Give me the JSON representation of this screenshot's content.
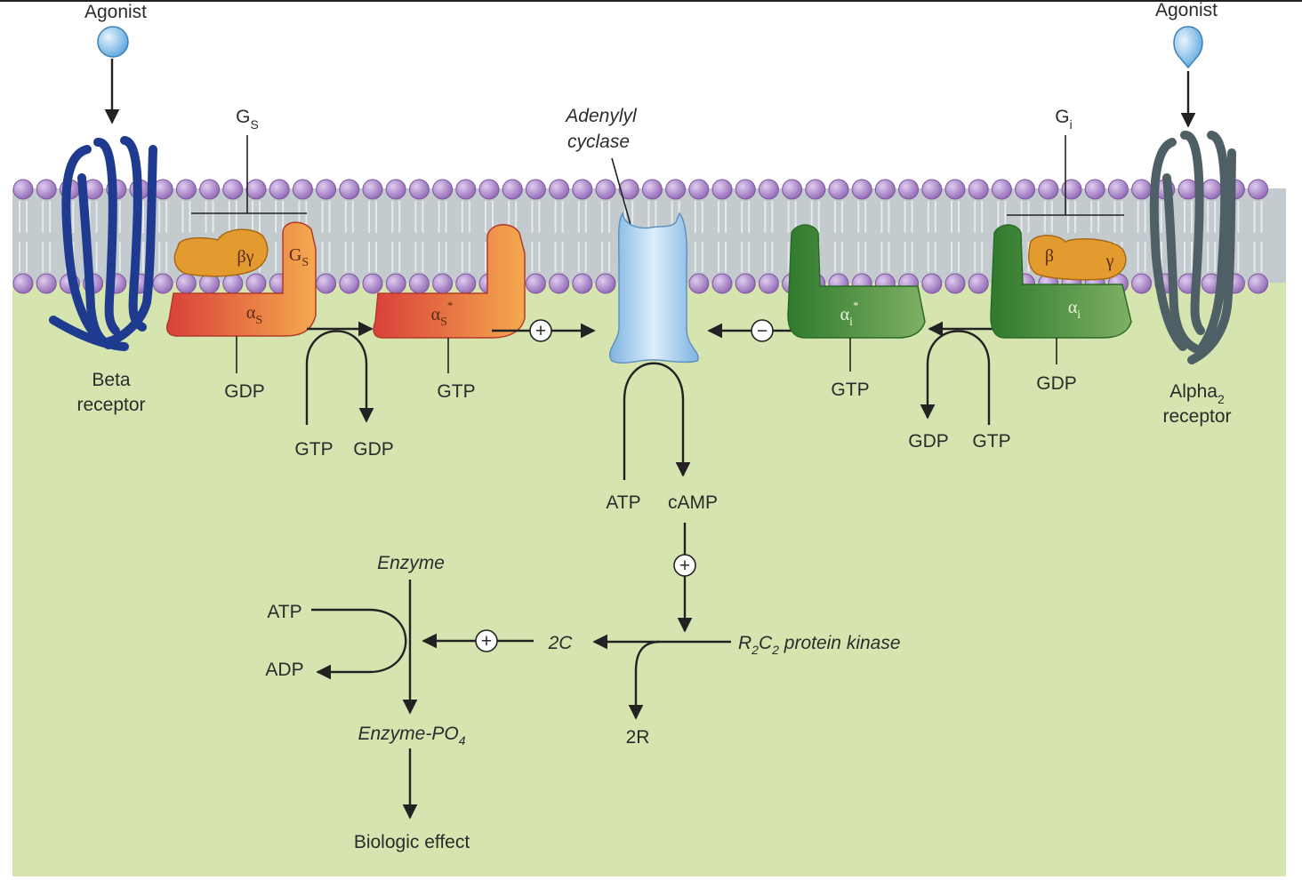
{
  "labels": {
    "agonist_left": "Agonist",
    "agonist_right": "Agonist",
    "gs_main": "G",
    "gs_sub": "S",
    "gi_main": "G",
    "gi_sub": "i",
    "adenylyl_cyclase_line1": "Adenylyl",
    "adenylyl_cyclase_line2": "cyclase",
    "beta_receptor_line1": "Beta",
    "beta_receptor_line2": "receptor",
    "alpha2_receptor_main": "Alpha",
    "alpha2_receptor_sub": "2",
    "alpha2_receptor_line2": "receptor",
    "gdp_left": "GDP",
    "gtp_left_exchange": "GTP",
    "gdp_left_exchange": "GDP",
    "gtp_as_active": "GTP",
    "gtp_ai_active": "GTP",
    "gdp_right_exchange": "GDP",
    "gtp_right_exchange": "GTP",
    "gdp_right": "GDP",
    "atp_cyclase": "ATP",
    "camp": "cAMP",
    "kinase_r": "R",
    "kinase_r_sub": "2",
    "kinase_c": "C",
    "kinase_c_sub": "2",
    "kinase_rest": " protein kinase",
    "two_c": "2C",
    "two_r": "2R",
    "enzyme": "Enzyme",
    "atp_enzyme": "ATP",
    "adp_enzyme": "ADP",
    "enzyme_po4_main": "Enzyme-PO",
    "enzyme_po4_sub": "4",
    "biologic_effect": "Biologic effect"
  },
  "proteins": {
    "beta_gamma": "βγ",
    "gs_subunit_main": "G",
    "gs_subunit_sub": "S",
    "alpha_s_main": "α",
    "alpha_s_sub": "S",
    "alpha_s_active_main": "α",
    "alpha_s_active_sub": "S",
    "alpha_s_active_sup": "*",
    "alpha_i_active_main": "α",
    "alpha_i_active_sub": "i",
    "alpha_i_active_sup": "*",
    "beta": "β",
    "gamma": "γ",
    "alpha_i_main": "α",
    "alpha_i_sub": "i"
  },
  "signs": {
    "stimulate": "+",
    "inhibit": "−"
  },
  "colors": {
    "cytoplasm": "#d6e5b0",
    "membrane_band": "#c4cbcf",
    "phospholipid_head": "#a985c7",
    "beta_receptor": "#1f3b8f",
    "alpha2_receptor": "#4f5f66",
    "gs_alpha": "#e0503f",
    "gs_orange": "#f2a24a",
    "gi_green": "#3f8a3a",
    "beta_gamma": "#e39a2e",
    "cyclase": "#a9d0ef",
    "agonist": "#8cc3ee"
  }
}
